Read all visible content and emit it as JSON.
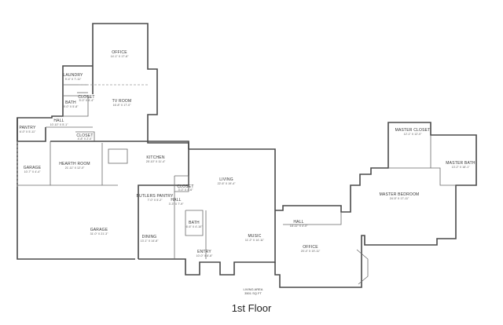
{
  "floor_title": "1st Floor",
  "rooms": {
    "office_top": {
      "name": "OFFICE",
      "dim": "14'-1\" X 17'-6\""
    },
    "laundry": {
      "name": "LAUNDRY",
      "dim": "9'-4\" X 7'-11\""
    },
    "closet_upper": {
      "name": "CLOSET",
      "dim": "5'-0\" X 4'-4\""
    },
    "bath_upper": {
      "name": "BATH",
      "dim": "9'-0\" X 5'-8\""
    },
    "tv_room": {
      "name": "TV ROOM",
      "dim": "16'-8\" X 17'-0\""
    },
    "pantry": {
      "name": "PANTRY",
      "dim": "6'-0\" X 5'-11\""
    },
    "hall_left": {
      "name": "HALL",
      "dim": "10'-10\" X 5'-1\""
    },
    "closet_mid": {
      "name": "CLOSET",
      "dim": "4'-8\" X 2'-0\""
    },
    "garage_small": {
      "name": "GARAGE",
      "dim": "10'-7\" X 4'-4\""
    },
    "hearth_room": {
      "name": "HEARTH ROOM",
      "dim": "21'-11\" X 12'-0\""
    },
    "kitchen": {
      "name": "KITCHEN",
      "dim": "25'-10\" X 11'-4\""
    },
    "closet_kitchen": {
      "name": "CLOSET",
      "dim": "3'-0\" X 4'-6\""
    },
    "butlers_pantry": {
      "name": "BUTLERS PANTRY",
      "dim": "7'-0\" X 5'-2\""
    },
    "hall_center": {
      "name": "HALL",
      "dim": "3'-3\" X 7'-9\""
    },
    "living": {
      "name": "LIVING",
      "dim": "22'-6\" X 19'-4\""
    },
    "garage_main": {
      "name": "GARAGE",
      "dim": "31'-0\" X 21'-3\""
    },
    "dining": {
      "name": "DINING",
      "dim": "13'-1\" X 14'-8\""
    },
    "bath_center": {
      "name": "BATH",
      "dim": "6'-6\" X 4'-10\""
    },
    "entry": {
      "name": "ENTRY",
      "dim": "10'-0\" X 8'-8\""
    },
    "music": {
      "name": "MUSIC",
      "dim": "11'-2\" X 14'-11\""
    },
    "hall_right": {
      "name": "HALL",
      "dim": "18'-11\" X 4'-0\""
    },
    "office_bottom": {
      "name": "OFFICE",
      "dim": "20'-4\" X 19'-11\""
    },
    "master_closet": {
      "name": "MASTER CLOSET",
      "dim": "12'-1\" X 12'-0\""
    },
    "master_bath": {
      "name": "MASTER BATH",
      "dim": "13'-2\" X 18'-1\""
    },
    "master_bedroom": {
      "name": "MASTER BEDROOM",
      "dim": "24'-5\" X 17'-11\""
    }
  },
  "living_area": {
    "label": "LIVING AREA",
    "value": "3501 SQ FT"
  }
}
